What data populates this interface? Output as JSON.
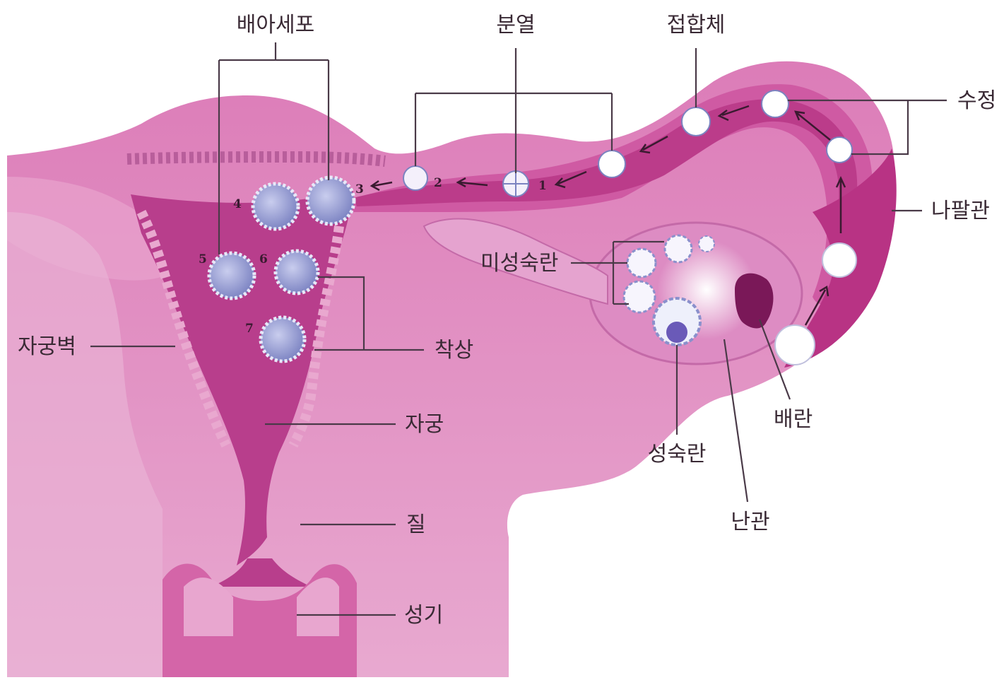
{
  "labels": {
    "blastocyst": "배아세포",
    "cleavage": "분열",
    "zygote": "접합체",
    "fertilization": "수정",
    "oviduct": "나팔관",
    "immature_ovum": "미성숙란",
    "uterine_wall": "자궁벽",
    "implantation": "착상",
    "uterus": "자궁",
    "ovulation": "배란",
    "mature_ovum": "성숙란",
    "ovary": "난관",
    "vagina": "질",
    "genitalia": "성기"
  },
  "stage_numbers": [
    "1",
    "2",
    "3",
    "4",
    "5",
    "6",
    "7"
  ],
  "colors": {
    "tissue_light": "#e9a8cf",
    "tissue_mid": "#d76aad",
    "tissue_dark": "#c0408e",
    "cavity": "#a8307a",
    "cell_fill": "#9aa3d6",
    "leader": "#4a3a48"
  }
}
